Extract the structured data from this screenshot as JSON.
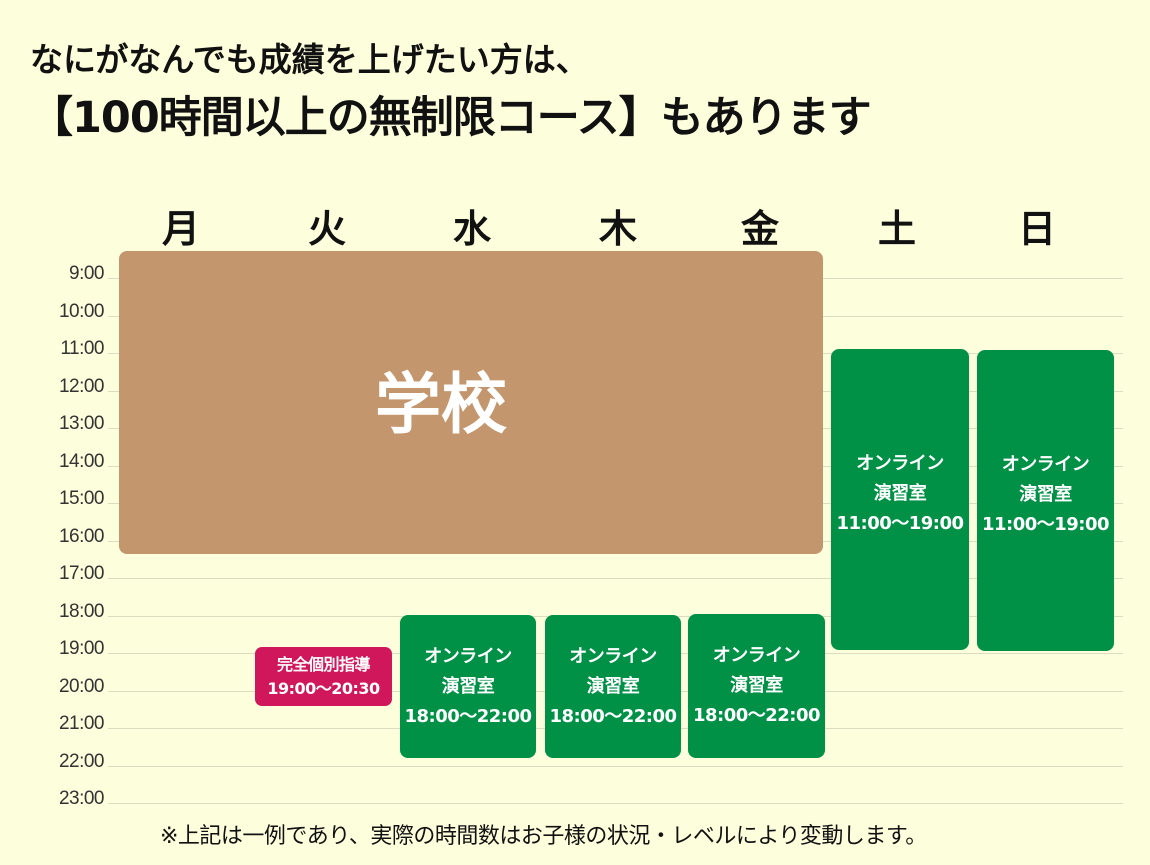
{
  "headline": {
    "line1": "なにがなんでも成績を上げたい方は、",
    "line2": "【100時間以上の無制限コース】もあります"
  },
  "days": [
    "月",
    "火",
    "水",
    "木",
    "金",
    "土",
    "日"
  ],
  "times": [
    "9:00",
    "10:00",
    "11:00",
    "12:00",
    "13:00",
    "14:00",
    "15:00",
    "16:00",
    "17:00",
    "18:00",
    "19:00",
    "20:00",
    "21:00",
    "22:00",
    "23:00"
  ],
  "blocks": {
    "school": {
      "label": "学校"
    },
    "personal": {
      "line1": "完全個別指導",
      "line2": "19:00〜20:30"
    },
    "wed": {
      "line1": "オンライン",
      "line2": "演習室",
      "line3": "18:00〜22:00"
    },
    "thu": {
      "line1": "オンライン",
      "line2": "演習室",
      "line3": "18:00〜22:00"
    },
    "fri": {
      "line1": "オンライン",
      "line2": "演習室",
      "line3": "18:00〜22:00"
    },
    "sat": {
      "line1": "オンライン",
      "line2": "演習室",
      "line3": "11:00〜19:00"
    },
    "sun": {
      "line1": "オンライン",
      "line2": "演習室",
      "line3": "11:00〜19:00"
    }
  },
  "note": "※上記は一例であり、実際の時間数はお子様の状況・レベルにより変動します。",
  "colors": {
    "background": "#fdfedc",
    "school": "#c3966e",
    "online": "#009147",
    "personal": "#d0175c"
  }
}
